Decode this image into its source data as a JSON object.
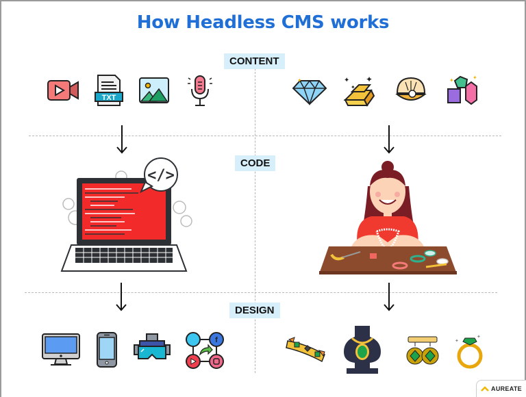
{
  "title": "How Headless CMS works",
  "sections": {
    "content": "CONTENT",
    "code": "CODE",
    "design": "DESIGN"
  },
  "left_column": {
    "content_icons": [
      "video-camera-icon",
      "txt-file-icon",
      "image-icon",
      "microphone-icon"
    ],
    "code_illustration": "laptop-code-icon",
    "code_bubble": "</>",
    "txt_label": "TXT",
    "design_icons": [
      "desktop-monitor-icon",
      "smartphone-icon",
      "vr-headset-icon",
      "social-media-icon"
    ]
  },
  "right_column": {
    "content_icons": [
      "diamond-icon",
      "gold-bars-icon",
      "pearl-shell-icon",
      "gemstones-icon"
    ],
    "code_illustration": "jeweler-crafting-icon",
    "design_icons": [
      "bracelet-icon",
      "necklace-display-icon",
      "earrings-icon",
      "ring-icon"
    ]
  },
  "brand": {
    "name": "AUREATE",
    "accent": "#f2b705"
  },
  "colors": {
    "title": "#1f6fd6",
    "label_bg": "#d6effb"
  }
}
